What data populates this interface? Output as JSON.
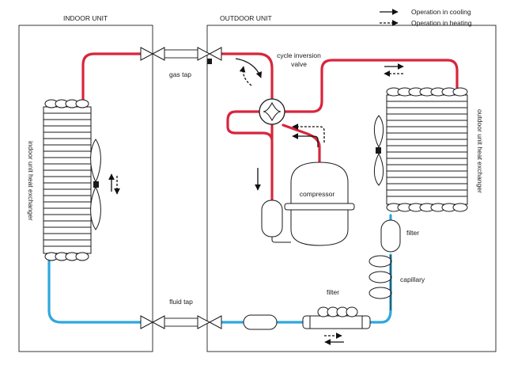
{
  "labels": {
    "indoor_unit": "INDOOR UNIT",
    "outdoor_unit": "OUTDOOR UNIT",
    "gas_tap": "gas tap",
    "fluid_tap": "fluid tap",
    "cycle_inversion_valve_line1": "cycle inversion",
    "cycle_inversion_valve_line2": "valve",
    "compressor": "compressor",
    "filter_right": "filter",
    "filter_bottom": "filter",
    "capillary": "capillary",
    "indoor_exchanger": "indoor unit heat exchanger",
    "outdoor_exchanger": "outdoor unit heat exchanger"
  },
  "legend": {
    "cooling": "Operation in cooling",
    "heating": "Operation in heating"
  },
  "colors": {
    "gas_line": "#d7263d",
    "liquid_line": "#2ea8dc",
    "outline": "#1a1a1a"
  }
}
